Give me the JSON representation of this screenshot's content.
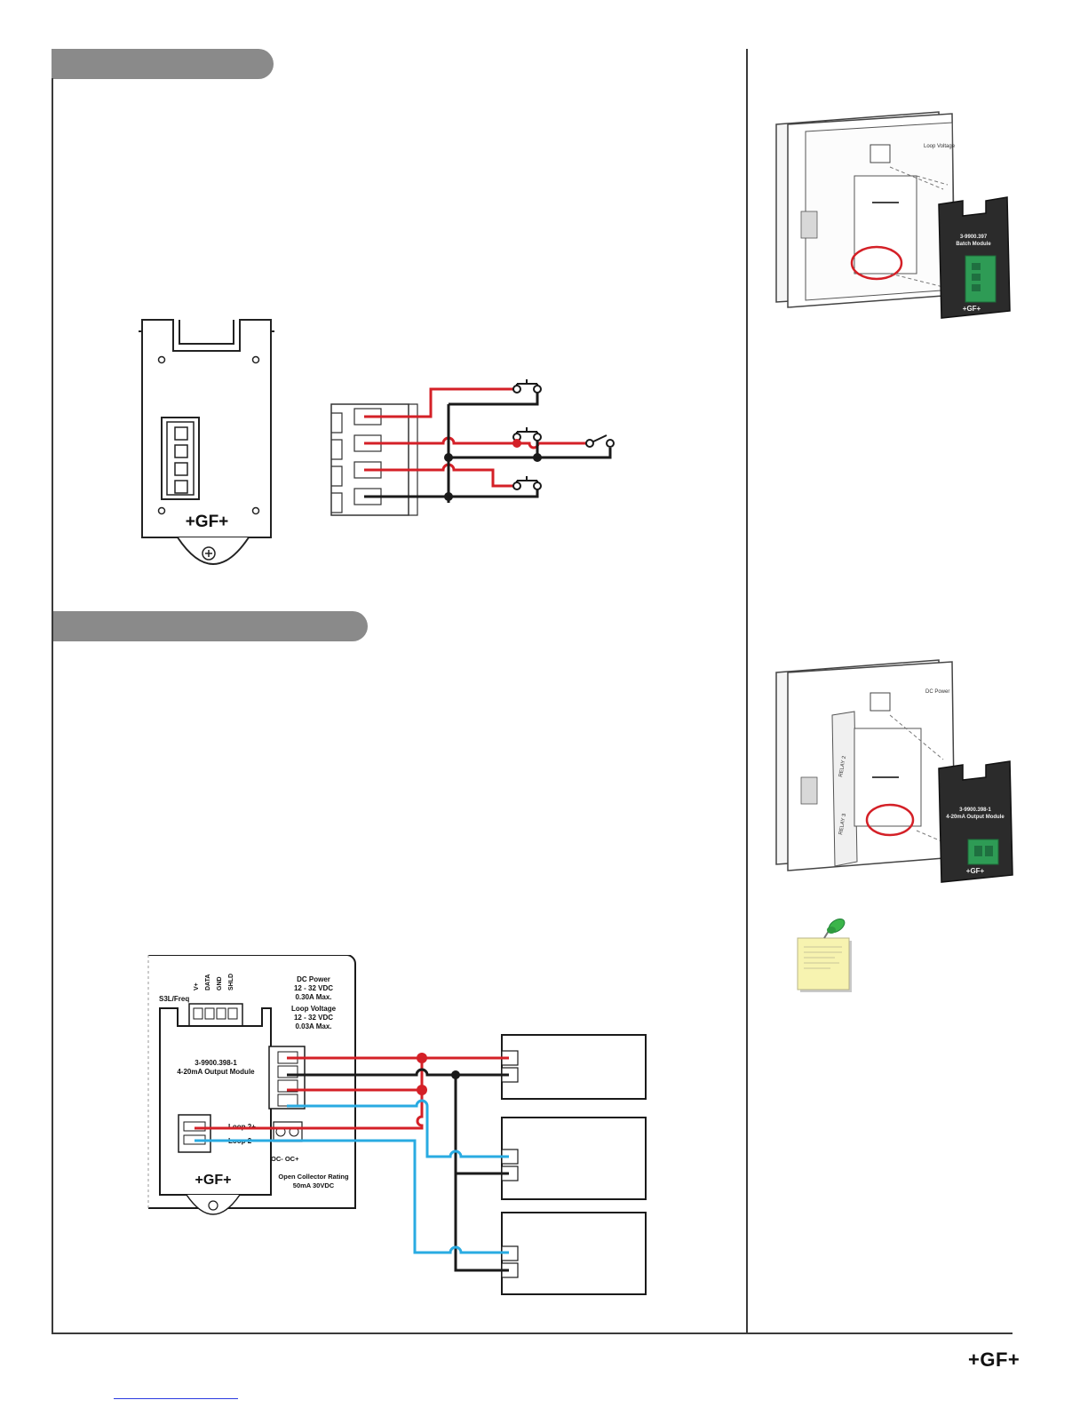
{
  "module1": {
    "logo": "+GF+"
  },
  "module2": {
    "part_number": "3-9900.398-1",
    "module_name": "4-20mA Output Module",
    "dc_power_title": "DC Power",
    "dc_power_voltage": "12 - 32 VDC",
    "dc_power_current": "0.30A Max.",
    "loop_voltage_title": "Loop Voltage",
    "loop_voltage_voltage": "12 - 32 VDC",
    "loop_voltage_current": "0.03A Max.",
    "s3l_label": "S3L/Freq",
    "pin_vdc": "V+",
    "pin_data": "DATA",
    "pin_gnd": "GND",
    "pin_shld": "SHLD",
    "loop2_plus": "Loop 2+",
    "loop2_minus": "Loop 2-",
    "oc_labels": "OC-  OC+",
    "oc_rating_title": "Open Collector Rating",
    "oc_rating_value": "50mA  30VDC",
    "logo": "+GF+"
  },
  "photo1": {
    "part_number": "3-9900.397",
    "module_name": "Batch Module",
    "loop_voltage_title": "Loop Voltage"
  },
  "photo2": {
    "part_number": "3-9900.398-1",
    "module_name": "4-20mA Output Module",
    "relay2": "RELAY 2",
    "relay3": "RELAY 3",
    "dc_power_title": "DC Power"
  },
  "footer": {
    "logo": "+GF+"
  },
  "colors": {
    "red_wire": "#d42027",
    "blue_wire": "#29abe2",
    "black_wire": "#1a1a1a",
    "header_pill": "#8a8a8a",
    "module_dark": "#2b2b2b",
    "connector_green": "#2e9b55",
    "note_yellow": "#f7f3b0",
    "pin_green": "#3bb54a"
  }
}
